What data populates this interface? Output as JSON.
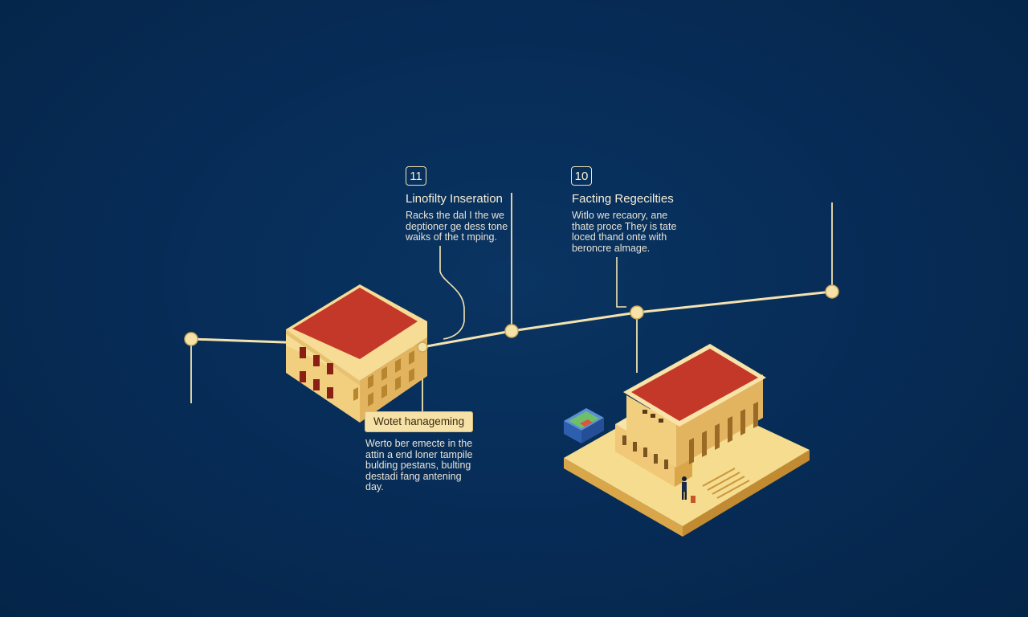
{
  "step_1": {
    "number": "11",
    "title": "Linofilty Inseration",
    "body": "Racks the dal I the we\ndeptioner ge dess tone\nwaiks of the t mping."
  },
  "step_2": {
    "number": "10",
    "title": "Facting Regecilties",
    "body": "Witlo we recaory, ane\nthate proce They is tate\nloced thand onte with\nberoncre almage."
  },
  "step_3": {
    "title": "Wotet hanageming",
    "body": "Werto ber emecte in the\nattin a end loner tampile\nbulding pestans, bulting\ndestadi fang antening\nday."
  },
  "colors": {
    "background": "#062b55",
    "line": "#f4e3b0",
    "wall": "#f2cf7e",
    "roof": "#c4382a",
    "window": "#8a1f15",
    "base": "#f6dc8e"
  },
  "icons": {
    "building_small": "apartment-building-icon",
    "building_large": "museum-building-icon",
    "pool": "water-tank-icon",
    "person": "person-icon"
  }
}
